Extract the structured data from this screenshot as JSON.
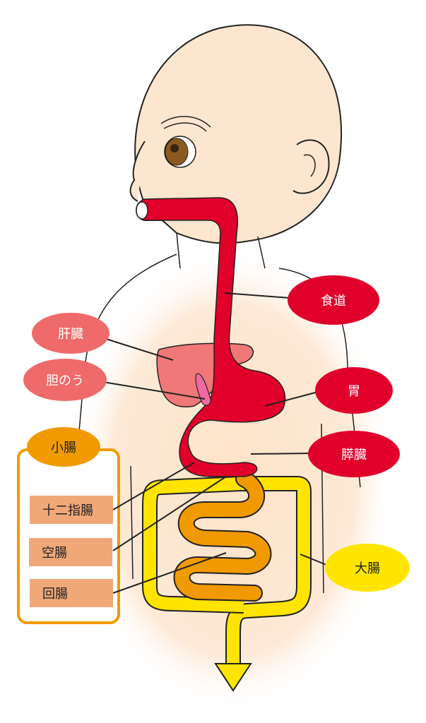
{
  "labels": {
    "esophagus": "食道",
    "liver": "肝臓",
    "gallbladder": "胆のう",
    "stomach": "胃",
    "pancreas": "膵臓",
    "small_intestine": "小腸",
    "duodenum": "十二指腸",
    "jejunum": "空腸",
    "ileum": "回腸",
    "large_intestine": "大腸"
  },
  "colors": {
    "digestive_red": "#e0002a",
    "liver_pink": "#f07878",
    "label_pink": "#ef6a6a",
    "small_intestine_orange": "#f09a00",
    "large_intestine_yellow": "#ffe400",
    "skin": "#fde6cf"
  }
}
